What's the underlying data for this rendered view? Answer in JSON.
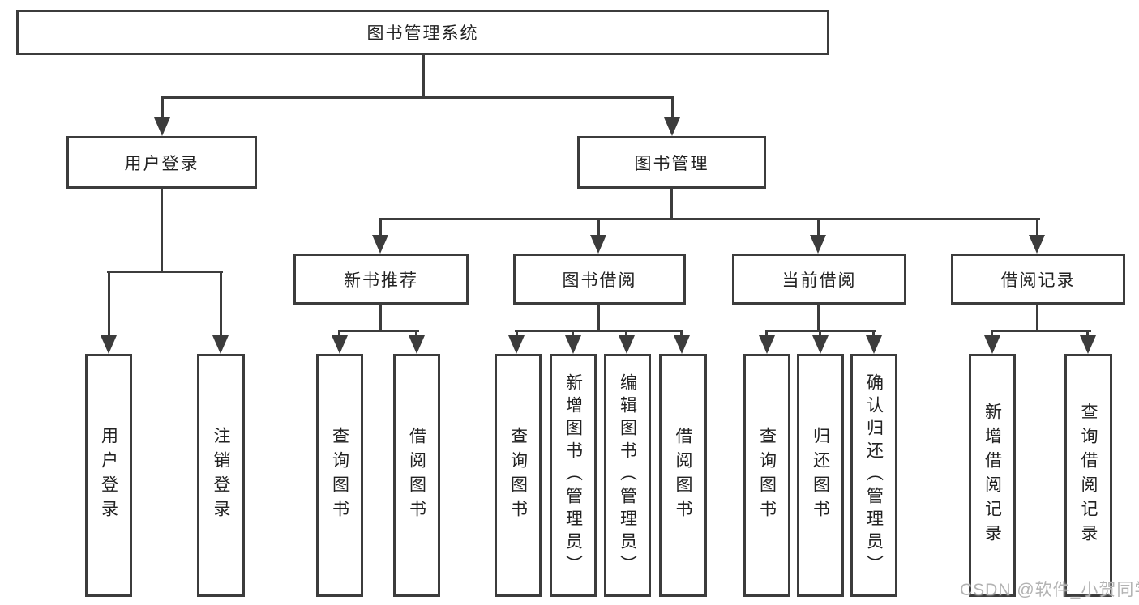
{
  "tree": {
    "root": {
      "label": "图书管理系统"
    },
    "level2": [
      {
        "label": "用户登录"
      },
      {
        "label": "图书管理"
      }
    ],
    "level3": [
      {
        "label": "新书推荐"
      },
      {
        "label": "图书借阅"
      },
      {
        "label": "当前借阅"
      },
      {
        "label": "借阅记录"
      }
    ],
    "leaves": {
      "user_login": [
        {
          "label": "用户登录"
        },
        {
          "label": "注销登录"
        }
      ],
      "new_book": [
        {
          "label": "查询图书"
        },
        {
          "label": "借阅图书"
        }
      ],
      "book_borrowing": [
        {
          "label": "查询图书"
        },
        {
          "label": "新增图书（管理员）"
        },
        {
          "label": "编辑图书（管理员）"
        },
        {
          "label": "借阅图书"
        }
      ],
      "current_borrowing": [
        {
          "label": "查询图书"
        },
        {
          "label": "归还图书"
        },
        {
          "label": "确认归还（管理员）"
        }
      ],
      "borrowing_records": [
        {
          "label": "新增借阅记录"
        },
        {
          "label": "查询借阅记录"
        }
      ]
    }
  },
  "watermark": {
    "text": "CSDN @软件_小贺同学"
  },
  "colors": {
    "line": "#3c3c3c",
    "text": "#222222",
    "watermark": "#b3b3b3",
    "background": "#ffffff"
  }
}
